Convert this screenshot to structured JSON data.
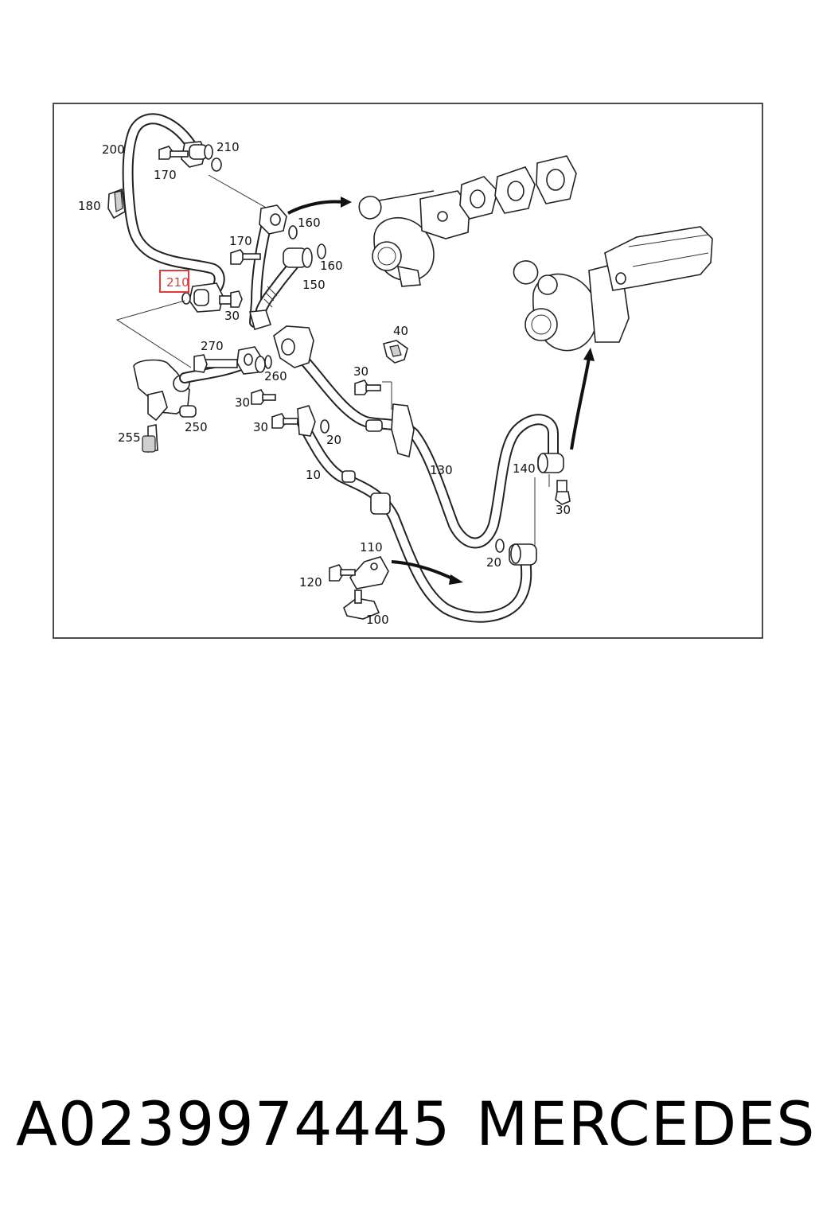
{
  "diagram": {
    "labels": [
      "200",
      "210",
      "170",
      "180",
      "160",
      "170",
      "160",
      "150",
      "210",
      "30",
      "40",
      "270",
      "260",
      "30",
      "30",
      "30",
      "20",
      "255",
      "250",
      "130",
      "10",
      "140",
      "30",
      "110",
      "20",
      "120",
      "100"
    ],
    "highlighted_label_index": 8,
    "highlight_color": "#e53935"
  },
  "footer": {
    "part_number": "A0239974445",
    "brand": "MERCEDES"
  }
}
